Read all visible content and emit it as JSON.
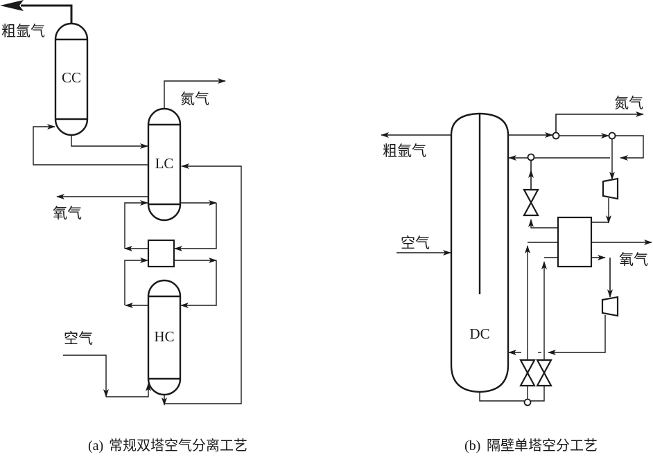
{
  "figure_a": {
    "caption_prefix": "(a)",
    "caption": "常规双塔空气分离工艺",
    "columns": {
      "cc": "CC",
      "lc": "LC",
      "hc": "HC"
    },
    "streams": {
      "crude_argon": "粗氩气",
      "nitrogen": "氮气",
      "oxygen": "氧气",
      "air": "空气"
    }
  },
  "figure_b": {
    "caption_prefix": "(b)",
    "caption": "隔壁单塔空分工艺",
    "columns": {
      "dc": "DC"
    },
    "streams": {
      "crude_argon": "粗氩气",
      "nitrogen": "氮气",
      "oxygen": "氧气",
      "air": "空气"
    }
  }
}
